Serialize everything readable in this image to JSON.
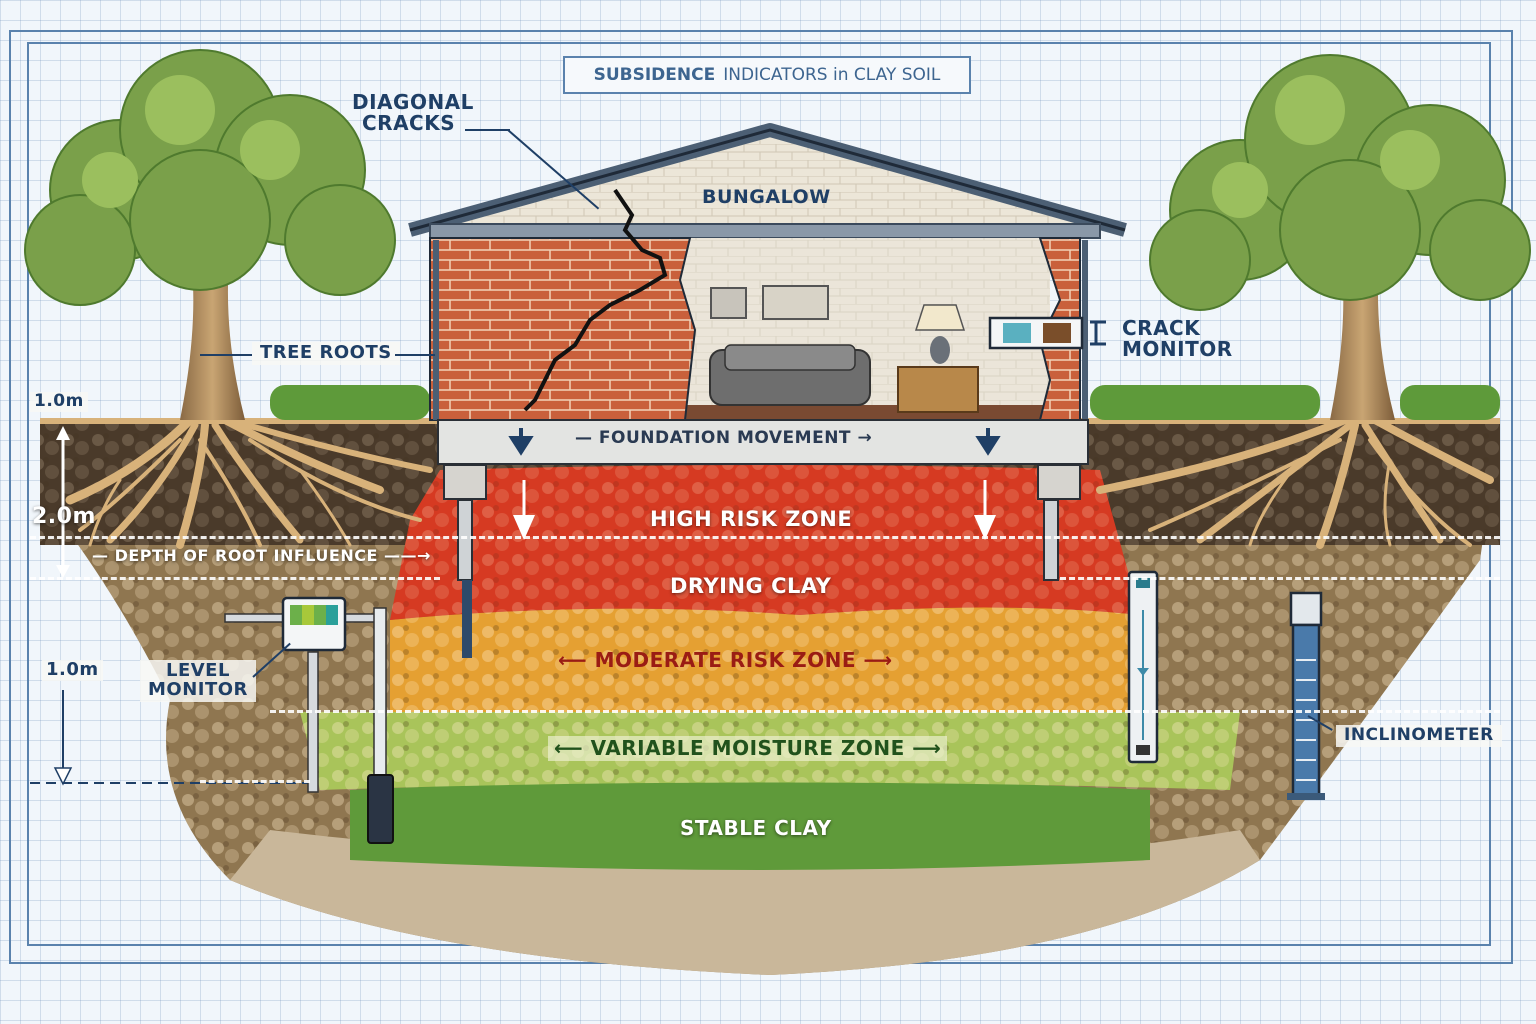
{
  "title": {
    "bold": "SUBSIDENCE",
    "rest": "INDICATORS in CLAY SOIL"
  },
  "house": {
    "label": "BUNGALOW"
  },
  "callouts": {
    "diagonal_cracks": [
      "DIAGONAL",
      "CRACKS"
    ],
    "tree_roots": "TREE ROOTS",
    "crack_monitor": [
      "CRACK",
      "MONITOR"
    ],
    "level_monitor": [
      "LEVEL",
      "MONITOR"
    ],
    "inclinometer": "INCLINOMETER",
    "foundation_movement": "FOUNDATION MOVEMENT",
    "depth_of_root_influence": "DEPTH OF ROOT INFLUENCE"
  },
  "zones": [
    {
      "name": "HIGH RISK ZONE",
      "color": "#d63a22"
    },
    {
      "name": "DRYING CLAY",
      "color": "#cf4a28"
    },
    {
      "name": "MODERATE RISK ZONE",
      "color": "#e5a032",
      "text_color": "#9a1c14"
    },
    {
      "name": "VARIABLE MOISTURE ZONE",
      "color": "#a9c45a",
      "text_color": "#21521c"
    },
    {
      "name": "STABLE CLAY",
      "color": "#5f9a3a"
    }
  ],
  "depth_scale": {
    "top": "1.0m",
    "middle": "2.0m",
    "bottom": "1.0m"
  },
  "colors": {
    "ink": "#1f3f66",
    "frame": "#5a82ad",
    "brick": "#c9603b",
    "root": "#d8b27a",
    "topsoil": "#4a3a2a",
    "foliage": "#7aa04a",
    "roof": "#4c5f74"
  }
}
